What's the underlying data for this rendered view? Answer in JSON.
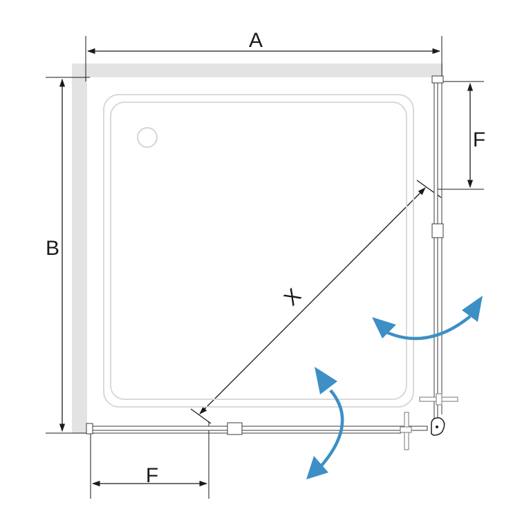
{
  "labels": {
    "width": "A",
    "depth": "B",
    "diagonal": "X",
    "door_right": "F",
    "door_bottom": "F"
  },
  "colors": {
    "wall": "#e3e3e3",
    "line": "#1a1a1a",
    "tray": "#d9d9d9",
    "arrow": "#3d8fc6"
  },
  "icons": {
    "drain": "drain-circle",
    "swing": "curved-double-arrow"
  }
}
